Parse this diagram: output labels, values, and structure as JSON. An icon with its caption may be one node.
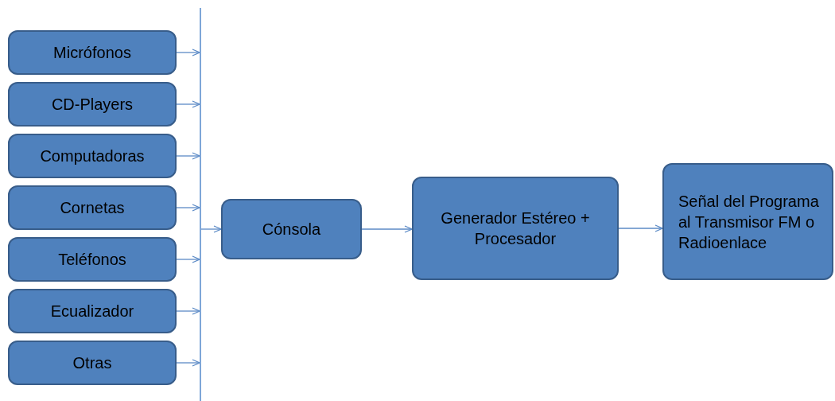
{
  "diagram": {
    "nodes": [
      {
        "text": [
          "Micrófonos"
        ]
      },
      {
        "text": [
          "CD-Players"
        ]
      },
      {
        "text": [
          "Computadoras"
        ]
      },
      {
        "text": [
          "Cornetas"
        ]
      },
      {
        "text": [
          "Teléfonos"
        ]
      },
      {
        "text": [
          "Ecualizador"
        ]
      },
      {
        "text": [
          "Otras"
        ]
      },
      {
        "text": [],
        "shape": "bar"
      },
      {
        "text": [
          "Cónsola"
        ]
      },
      {
        "text": [
          "Generador Estéreo + Procesador"
        ]
      },
      {
        "text": [
          "Señal del Programa al Transmisor FM o Radioenlace"
        ]
      }
    ],
    "edges": [
      {
        "from": 0,
        "to": 7,
        "arrow": "to"
      },
      {
        "from": 1,
        "to": 7,
        "arrow": "to"
      },
      {
        "from": 2,
        "to": 7,
        "arrow": "to"
      },
      {
        "from": 3,
        "to": 7,
        "arrow": "to"
      },
      {
        "from": 4,
        "to": 7,
        "arrow": "to"
      },
      {
        "from": 5,
        "to": 7,
        "arrow": "to"
      },
      {
        "from": 6,
        "to": 7,
        "arrow": "to"
      },
      {
        "from": 7,
        "to": 8,
        "arrow": "to"
      },
      {
        "from": 8,
        "to": 9,
        "arrow": "to"
      },
      {
        "from": 9,
        "to": 10,
        "arrow": "to"
      }
    ]
  }
}
